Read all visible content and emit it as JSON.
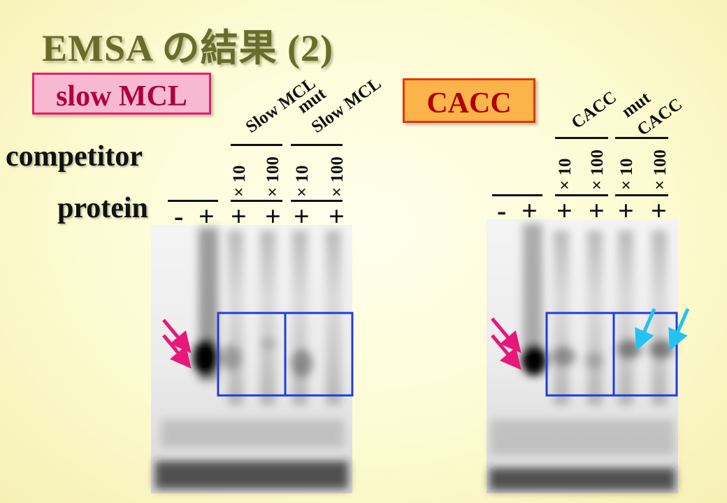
{
  "slide": {
    "title": "EMSA の結果 (2)",
    "left_label": "slow MCL",
    "right_label": "CACC",
    "row_competitor": "competitor",
    "row_protein": "protein"
  },
  "left_gel": {
    "competitors": [
      "Slow MCL",
      "mut",
      "Slow MCL"
    ],
    "concentrations": [
      "× 10",
      "× 100",
      "× 10",
      "× 100"
    ],
    "protein_signs": [
      "-",
      "+",
      "+",
      "+",
      "+",
      "+"
    ]
  },
  "right_gel": {
    "competitors": [
      "CACC",
      "mut",
      "CACC"
    ],
    "concentrations": [
      "× 10",
      "× 100",
      "× 10",
      "× 100"
    ],
    "protein_signs": [
      "-",
      "+",
      "+",
      "+",
      "+",
      "+"
    ]
  },
  "colors": {
    "title": "#6b6b2a",
    "highlight_box": "#1f3fd6",
    "arrow_magenta": "#e8177a",
    "arrow_cyan": "#22c3f0"
  },
  "icons": [
    "shift-arrow-icon",
    "reduced-band-arrow-icon"
  ]
}
